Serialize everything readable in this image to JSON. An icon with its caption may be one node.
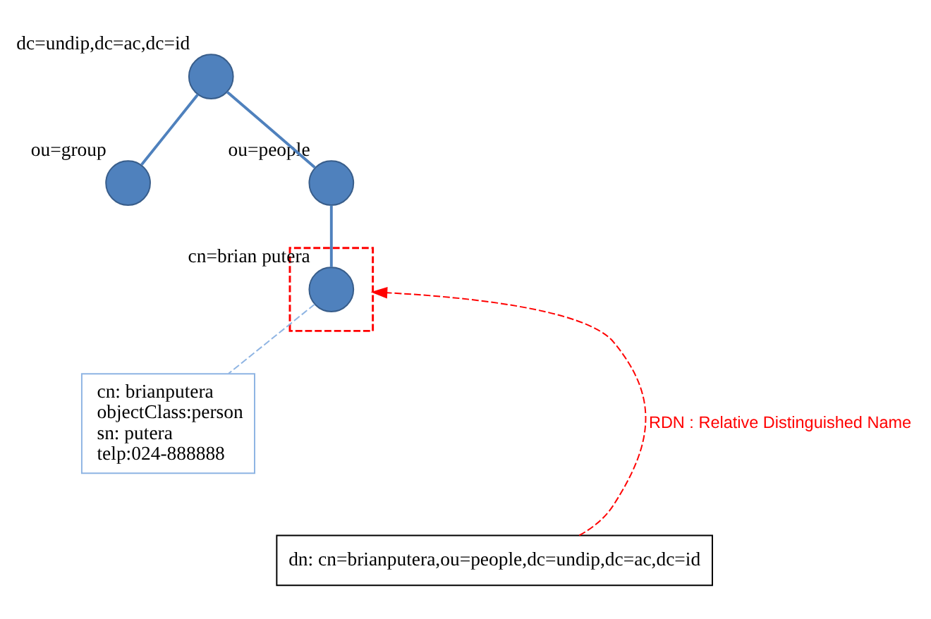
{
  "diagram": {
    "nodes": [
      {
        "text": [],
        "shape": "circle",
        "beside": [
          "dc=undip,dc=ac,dc=id"
        ]
      },
      {
        "text": [],
        "shape": "circle",
        "beside": [
          "ou=group"
        ]
      },
      {
        "text": [],
        "shape": "circle",
        "beside": [
          "ou=people"
        ]
      },
      {
        "text": [],
        "shape": "box"
      },
      {
        "text": [],
        "shape": "circle",
        "beside": [
          "cn=brian putera"
        ],
        "in": 3
      },
      {
        "text": [
          "cn: brianputera",
          "objectClass:person",
          "sn: putera",
          "telp:024-888888"
        ]
      },
      {
        "text": [
          "dn: cn=brianputera,ou=people,dc=undip,dc=ac,dc=id"
        ]
      }
    ],
    "edges": [
      {
        "from": 0,
        "to": 1,
        "arrow": "none"
      },
      {
        "from": 0,
        "to": 2,
        "arrow": "none"
      },
      {
        "from": 2,
        "to": 4,
        "arrow": "none"
      },
      {
        "from": 4,
        "to": 5,
        "arrow": "none",
        "style": "dashed",
        "color": "#8eb4e3"
      },
      {
        "from": 6,
        "to": 3,
        "arrow": "to",
        "style": "dashed",
        "color": "#ff0000",
        "label": "RDN : Relative Distinguished Name"
      }
    ]
  }
}
